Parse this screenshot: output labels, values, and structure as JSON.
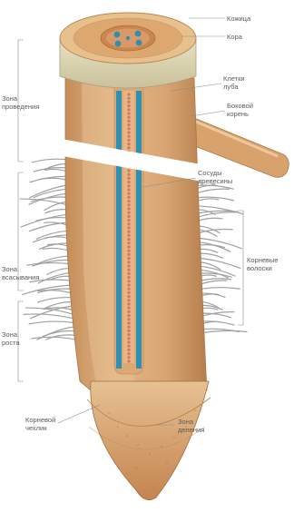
{
  "colors": {
    "root_body": "#d8a56f",
    "root_shade": "#b9834f",
    "root_light": "#ecc79c",
    "cap": "#c98b55",
    "xylem_blue": "#2f8fb0",
    "xylem_dots": "#d07a50",
    "hair": "#9a9a9a",
    "label_text": "#5a5a5a",
    "leader": "#8a8a8a"
  },
  "labels": {
    "kozhitsa": "Кожица",
    "kora": "Кора",
    "kletki_luba": "Клетки луба",
    "bokovoy_koren": "Боковой корень",
    "sosudy_drevesiny": "Сосуды древесины",
    "kornevye_voloski": "Корневые волоски",
    "zona_provedeniya": "Зона проведения",
    "zona_vsasyvaniya": "Зона всасывания",
    "zona_rosta": "Зона роста",
    "kornevoy_chekhlik": "Корневой чехлик",
    "zona_deleniya": "Зона деления"
  }
}
